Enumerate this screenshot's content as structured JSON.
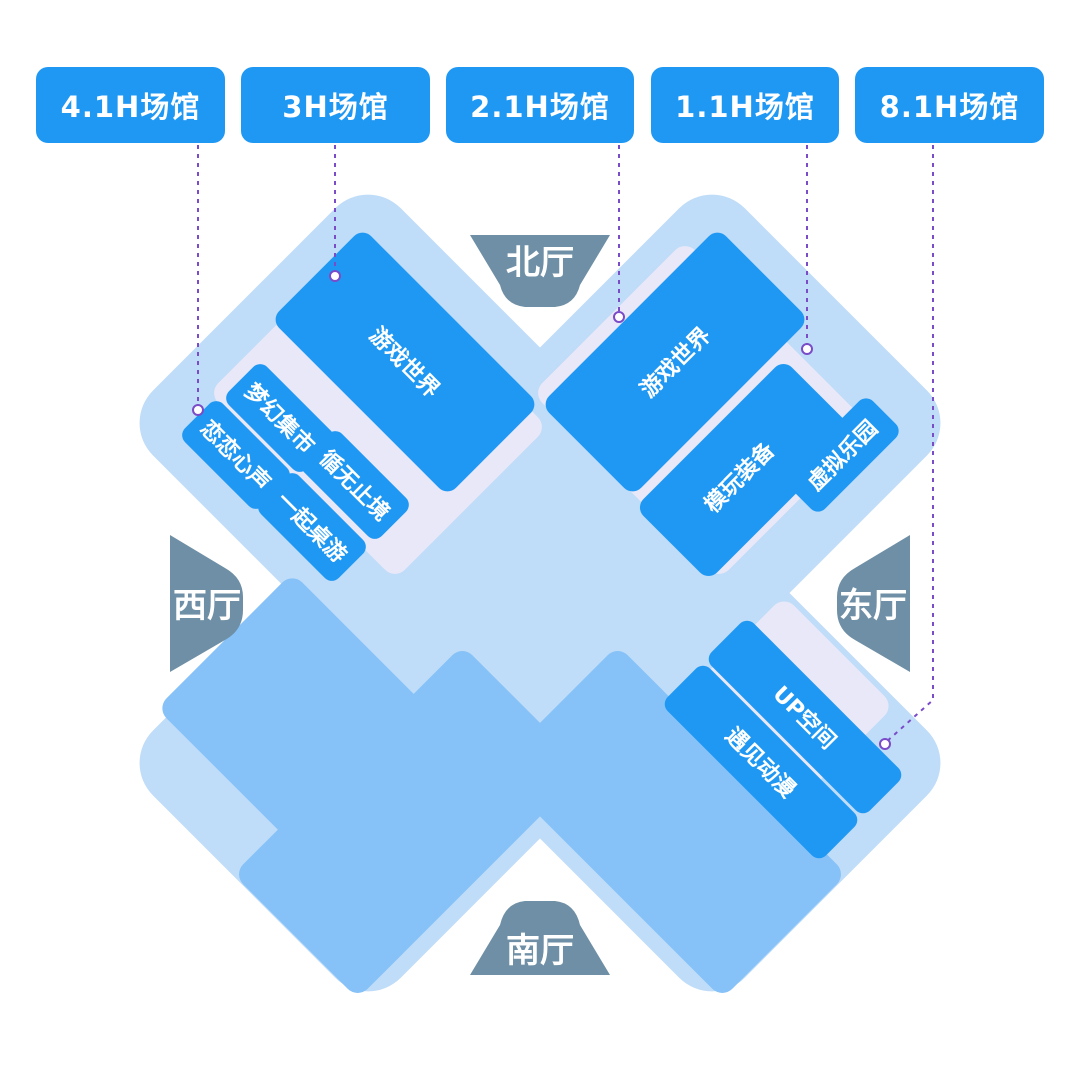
{
  "venues": [
    {
      "label": "4.1H场馆"
    },
    {
      "label": "3H场馆"
    },
    {
      "label": "2.1H场馆"
    },
    {
      "label": "1.1H场馆"
    },
    {
      "label": "8.1H场馆"
    }
  ],
  "halls": {
    "north": "北厅",
    "west": "西厅",
    "east": "东厅",
    "south": "南厅"
  },
  "zones": {
    "game_world_a": "游戏世界",
    "game_world_b": "游戏世界",
    "dream_market": "梦幻集市",
    "love_heart": "恋恋心声",
    "endless": "循无止境",
    "board_games": "一起桌游",
    "mecha": "模玩装备",
    "virtual_park": "虚拟乐园",
    "up_space": "UP空间",
    "meet_anime": "遇见动漫"
  },
  "colors": {
    "venue_button": "#1f98f4",
    "zone_block": "#1f98f4",
    "hall_marker": "#6e8fa5",
    "floor_outer": "#bfdcf8",
    "floor_inner": "#e9e8f8",
    "unused_block": "#86c2f8",
    "leader_line": "#7a4cc8"
  }
}
